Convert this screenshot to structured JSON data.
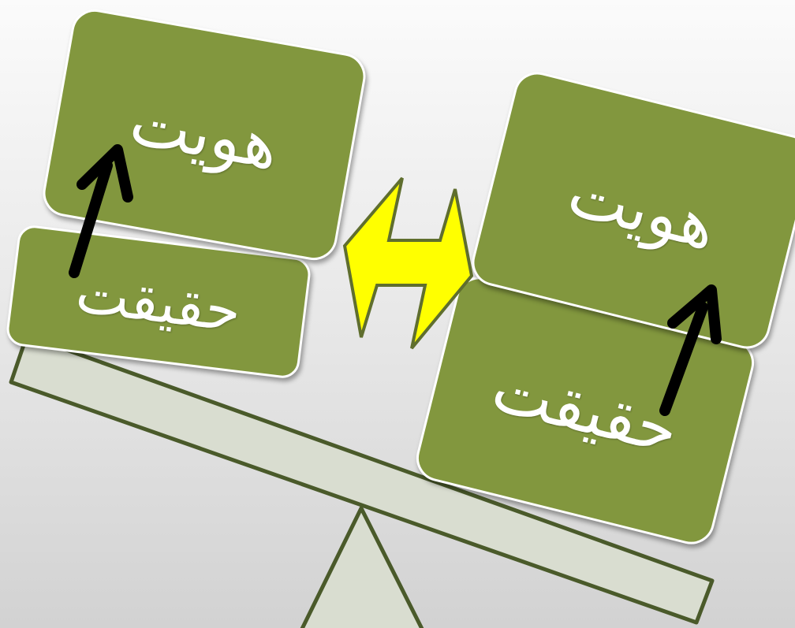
{
  "colors": {
    "box_fill": "#82973e",
    "box_border": "#ffffff",
    "label_text": "#ffffff",
    "beam_fill": "#d9ddd0",
    "beam_stroke": "#4a5a2a",
    "arrow_fill": "#ffff00",
    "arrow_stroke": "#5f6e2e",
    "pointer_arrow": "#000000"
  },
  "left_stack": {
    "top_label": "هويت",
    "bottom_label": "حقيقت"
  },
  "right_stack": {
    "top_label": "هويت",
    "bottom_label": "حقيقت"
  },
  "icons": {
    "exchange": "double-headed-arrow-icon",
    "left_pointer": "arrow-up-icon",
    "right_pointer": "arrow-up-icon"
  }
}
